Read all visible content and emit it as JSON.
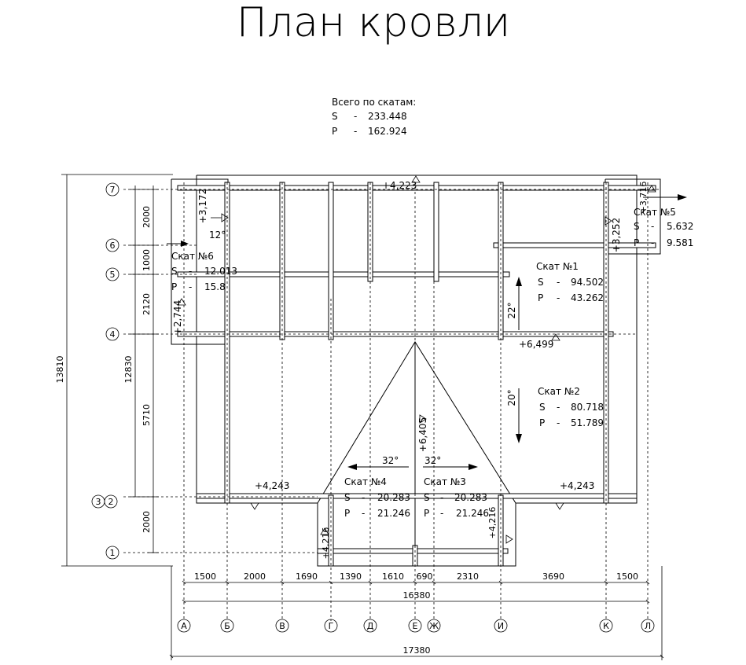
{
  "title": "План кровли",
  "totals": {
    "heading": "Всего по скатам:",
    "s_label": "S",
    "s_value": "233.448",
    "p_label": "P",
    "p_value": "162.924",
    "eq": "-"
  },
  "slopes": [
    {
      "name": "Скат №1",
      "s": "94.502",
      "p": "43.262"
    },
    {
      "name": "Скат №2",
      "s": "80.718",
      "p": "51.789"
    },
    {
      "name": "Скат №3",
      "s": "20.283",
      "p": "21.246"
    },
    {
      "name": "Скат №4",
      "s": "20.283",
      "p": "21.246"
    },
    {
      "name": "Скат №5",
      "s": "5.632",
      "p": "9.581"
    },
    {
      "name": "Скат №6",
      "s": "12.013",
      "p": "15.8"
    }
  ],
  "elevations": [
    "+4,223",
    "+3,172",
    "+6,499",
    "+2,744",
    "+6,405",
    "+4,243",
    "+4,243",
    "+4,216",
    "+4,216",
    "+3,252",
    "+3,716"
  ],
  "angles": [
    "12°",
    "22°",
    "20°",
    "32°",
    "32°"
  ],
  "row_axes": [
    "7",
    "6",
    "5",
    "4",
    "3",
    "2",
    "1"
  ],
  "col_axes": [
    "А",
    "Б",
    "В",
    "Г",
    "Д",
    "Е",
    "Ж",
    "И",
    "К",
    "Л"
  ],
  "row_dims": [
    "2000",
    "1000",
    "2120",
    "5710",
    "2000"
  ],
  "row_dims_total": [
    "12830",
    "13810"
  ],
  "col_dims": [
    "1500",
    "2000",
    "1690",
    "1390",
    "1610",
    "690",
    "2310",
    "3690",
    "1500"
  ],
  "col_dims_total": [
    "16380",
    "17380"
  ]
}
